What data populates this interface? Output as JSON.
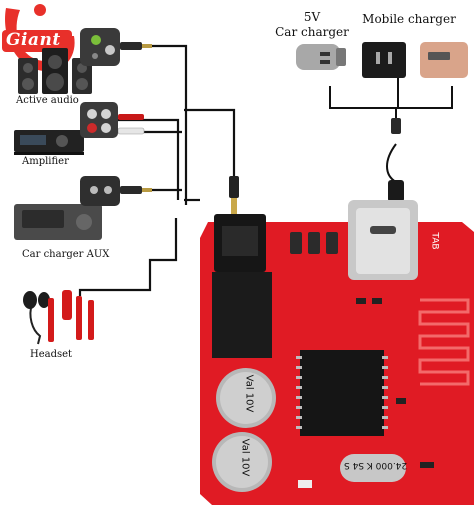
{
  "brand": {
    "logo_text": "Giant"
  },
  "sources": [
    {
      "label": "Active audio"
    },
    {
      "label": "Amplifier"
    },
    {
      "label": "Car charger AUX"
    },
    {
      "label": "Headset"
    }
  ],
  "chargers": {
    "car_line1": "5V",
    "car_line2": "Car charger",
    "mobile": "Mobile charger"
  },
  "board": {
    "capacitor_text": "Val 10V",
    "crystal_text": "24.000 K S4 S",
    "port_label": "TAB"
  },
  "colors": {
    "board_red": "#e01b24",
    "cable": "#111111",
    "logo_red": "#e8302a"
  }
}
